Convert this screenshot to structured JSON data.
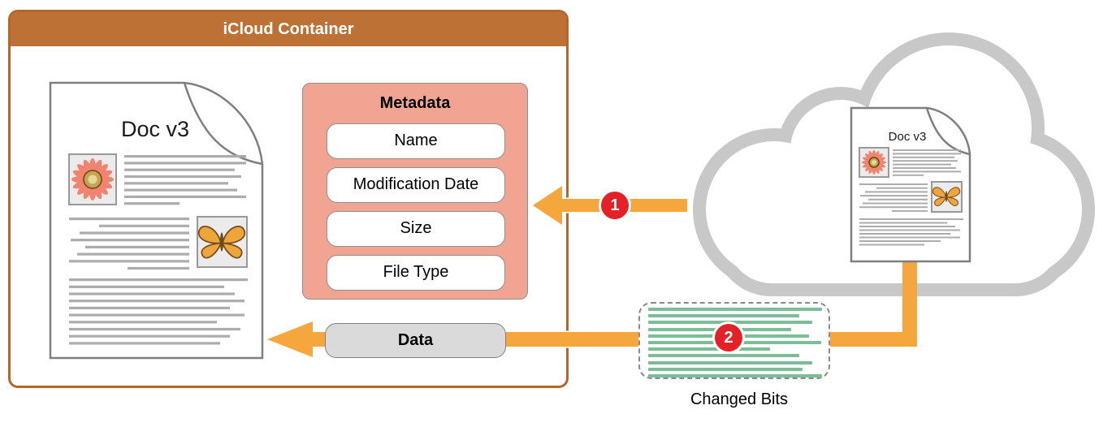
{
  "colors": {
    "container_brown": "#BE7134",
    "container_border": "#B2682A",
    "arrow_orange": "#F5A63C",
    "metadata_fill": "#F2A492",
    "metadata_border": "#8E8E8E",
    "step_red": "#E32127",
    "green_line": "#7CBD97",
    "cloud_gray": "#C8C8C8",
    "doc_border": "#7F7F7F",
    "text_line_gray": "#ACACAC",
    "data_pill_fill": "#DADADA",
    "dashed_border": "#8A8A8A"
  },
  "icloud_container": {
    "title": "iCloud Container"
  },
  "local_document": {
    "title": "Doc v3"
  },
  "metadata_box": {
    "title": "Metadata",
    "fields": [
      "Name",
      "Modification Date",
      "Size",
      "File Type"
    ]
  },
  "data_pill": {
    "label": "Data"
  },
  "cloud_document": {
    "title": "Doc v3"
  },
  "changed_bits": {
    "label": "Changed Bits"
  },
  "step_badges": {
    "metadata_step": "1",
    "data_step": "2"
  }
}
